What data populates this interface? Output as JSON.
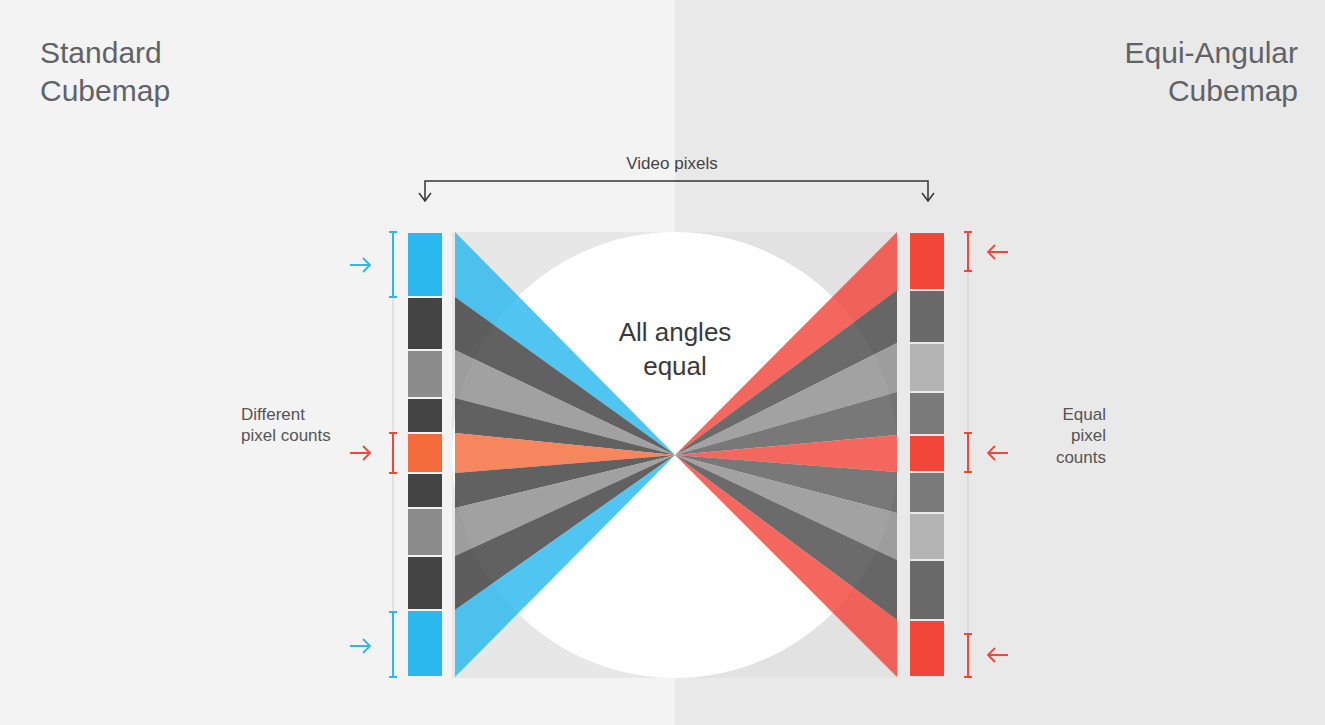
{
  "diagram": {
    "nodes": [
      {
        "text": [
          "All angles equal"
        ]
      }
    ],
    "labels": [
      "Standard Cubemap",
      "Equi-Angular Cubemap",
      "Video pixels",
      "Different pixel counts",
      "Equal pixel counts"
    ]
  }
}
